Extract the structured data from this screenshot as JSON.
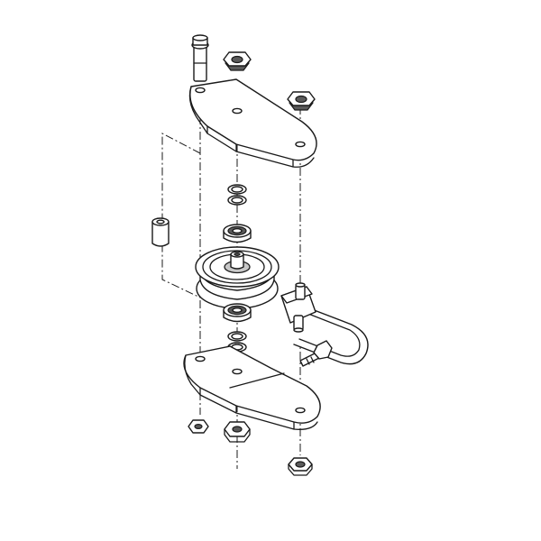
{
  "diagram": {
    "kind": "exploded-parts-view",
    "colors": {
      "line": "#1a1a1a",
      "fill": "#ffffff",
      "shade": "#c8c8c8",
      "dark": "#5a5a5a"
    },
    "parts": [
      "carriage-bolt",
      "hex-nut-top-center",
      "flat-washer",
      "hex-nut-top-right",
      "upper-idler-bracket",
      "spacer-bushing",
      "retaining-ring-upper-a",
      "retaining-ring-upper-b",
      "bearing-upper",
      "idler-pulley",
      "bearing-lower",
      "retaining-ring-lower-a",
      "retaining-ring-lower-b",
      "lower-idler-bracket",
      "eye-bolt-clevis",
      "hex-bolt",
      "hex-nut-bottom-left",
      "hex-nut-bottom-center",
      "hex-nut-bottom-right"
    ]
  }
}
